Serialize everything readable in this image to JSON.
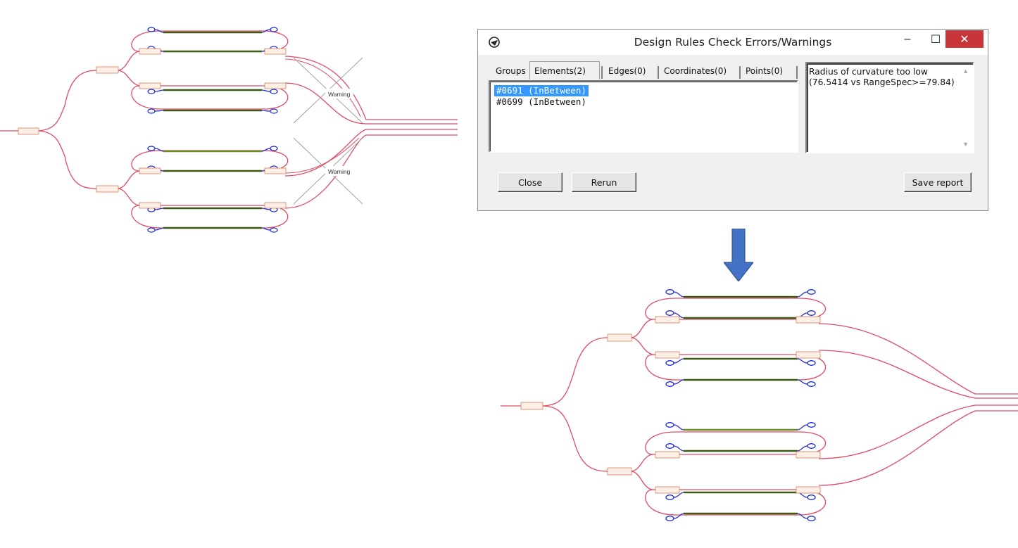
{
  "dialog": {
    "title": "Design Rules Check Errors/Warnings",
    "window_buttons": {
      "minimize": "‒",
      "maximize": "☐",
      "close": "✕"
    },
    "tabs": [
      {
        "label": "Groups",
        "selected": false
      },
      {
        "label": "Elements(2)",
        "selected": true
      },
      {
        "label": "Edges(0)",
        "selected": false
      },
      {
        "label": "Coordinates(0)",
        "selected": false
      },
      {
        "label": "Points(0)",
        "selected": false
      }
    ],
    "elements": [
      {
        "label": "#0691 (InBetween)",
        "selected": true
      },
      {
        "label": "#0699 (InBetween)",
        "selected": false
      }
    ],
    "message_line1": "Radius of curvature too low",
    "message_line2": "(76.5414 vs RangeSpec>=79.84)",
    "buttons": {
      "close": "Close",
      "rerun": "Rerun",
      "save_report": "Save report"
    }
  },
  "layout_before": {
    "warning_labels": [
      "Warning",
      "Warning"
    ]
  },
  "colors": {
    "trace": "#e24a63",
    "waveguide": "#3c5a14",
    "coupler": "#1f2dd6",
    "arrow": "#4472c4",
    "close_button": "#c8363a",
    "selection": "#3399ff"
  },
  "icons": [
    "app-icon",
    "minimize-icon",
    "maximize-icon",
    "close-icon",
    "down-arrow-icon"
  ]
}
